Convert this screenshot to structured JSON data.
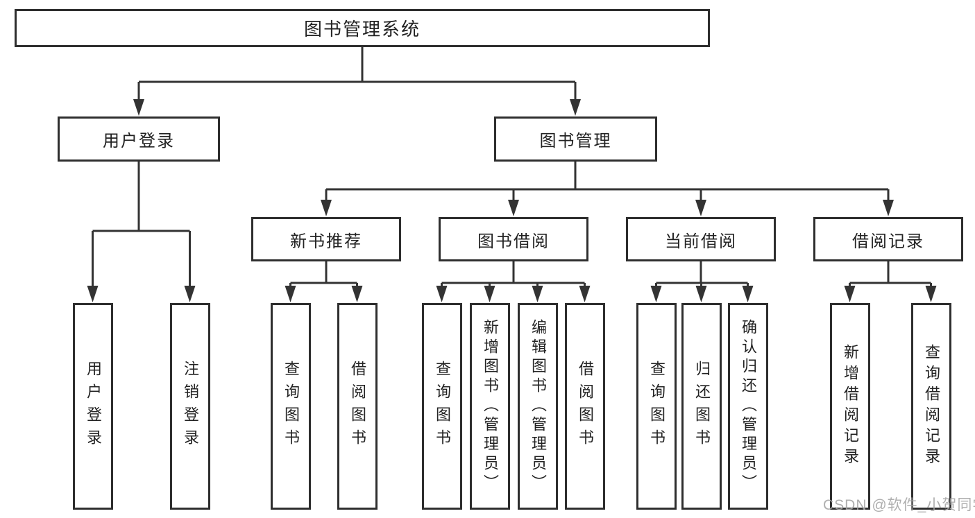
{
  "diagram_title": "图书管理系统",
  "nodes": {
    "root": "图书管理系统",
    "user_login": "用户登录",
    "book_mgmt": "图书管理",
    "new_books": "新书推荐",
    "book_borrow": "图书借阅",
    "current_borrow": "当前借阅",
    "borrow_records": "借阅记录",
    "leaves": {
      "user_login": "用户登录",
      "logout": "注销登录",
      "query_book_a": "查询图书",
      "borrow_book_a": "借阅图书",
      "query_book_b": "查询图书",
      "add_book_admin": "新增图书（管理员）",
      "edit_book_admin": "编辑图书（管理员）",
      "borrow_book_b": "借阅图书",
      "query_book_c": "查询图书",
      "return_book": "归还图书",
      "confirm_return_admin": "确认归还（管理员）",
      "add_borrow_record": "新增借阅记录",
      "query_borrow_record": "查询借阅记录"
    }
  },
  "watermark": "CSDN @软件_小贺同学",
  "colors": {
    "line": "#333333",
    "box_border": "#2e2e2e",
    "text": "#222222",
    "watermark": "#a4a4a4",
    "background": "#ffffff"
  }
}
